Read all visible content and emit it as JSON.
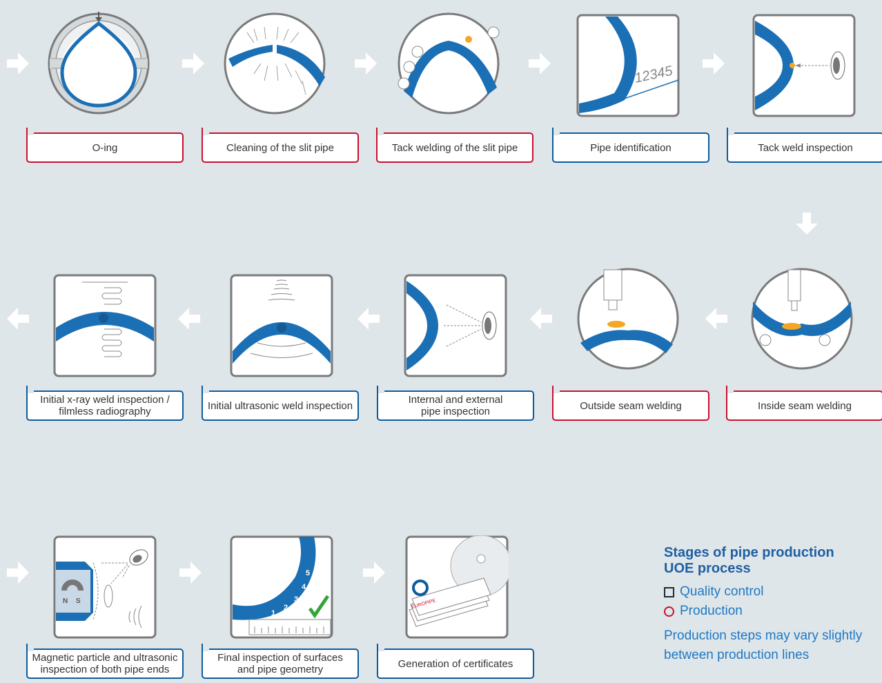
{
  "steps": [
    {
      "label": "O-ing",
      "type": "production",
      "icon": "o-ing-press-icon"
    },
    {
      "label": "Cleaning of the slit pipe",
      "type": "production",
      "icon": "cleaning-icon"
    },
    {
      "label": "Tack welding of the slit pipe",
      "type": "production",
      "icon": "tack-welding-icon"
    },
    {
      "label": "Pipe identification",
      "type": "quality",
      "icon": "pipe-number-icon",
      "stamp": "12345"
    },
    {
      "label": "Tack weld inspection",
      "type": "quality",
      "icon": "eye-inspection-icon"
    },
    {
      "label": "Inside seam welding",
      "type": "production",
      "icon": "inside-welding-icon"
    },
    {
      "label": "Outside seam welding",
      "type": "production",
      "icon": "outside-welding-icon"
    },
    {
      "label": "Internal and external\npipe inspection",
      "type": "quality",
      "icon": "eye-inspection-icon"
    },
    {
      "label": "Initial ultrasonic weld inspection",
      "type": "quality",
      "icon": "ultrasonic-icon"
    },
    {
      "label": "Initial x-ray weld inspection /\nfilmless radiography",
      "type": "quality",
      "icon": "xray-icon"
    },
    {
      "label": "Magnetic particle and ultrasonic\ninspection of both pipe ends",
      "type": "quality",
      "icon": "magnet-icon",
      "magnet_letters": [
        "N",
        "S"
      ]
    },
    {
      "label": "Final inspection of surfaces\nand pipe geometry",
      "type": "quality",
      "icon": "gauge-icon",
      "gauge_digits": [
        "1",
        "2",
        "3",
        "4",
        "5"
      ]
    },
    {
      "label": "Generation of certificates",
      "type": "quality",
      "icon": "certificate-icon",
      "brand": "EUROPIPE"
    }
  ],
  "legend": {
    "title_line1": "Stages of pipe production",
    "title_line2": "UOE process",
    "quality": "Quality control",
    "production": "Production",
    "note_line1": "Production steps may vary slightly",
    "note_line2": "between production lines"
  },
  "colors": {
    "production": "#c8102e",
    "quality": "#0c5b9c",
    "pipe": "#1b6fb4",
    "weld": "#f5a623",
    "background": "#dfe6ea",
    "arrow": "#ffffff"
  }
}
